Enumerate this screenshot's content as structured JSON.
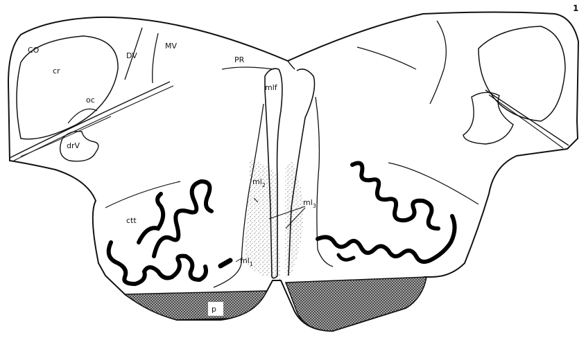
{
  "figure": {
    "number": "1",
    "labels": {
      "co": "CO",
      "cr": "cr",
      "dv": "DV",
      "mv": "MV",
      "pr": "PR",
      "mlf": "mlf",
      "oc": "oc",
      "dr_v": "drV",
      "ctt": "ctt",
      "ml_base": "ml",
      "ml1_sub": "1",
      "ml2_sub": "2",
      "ml3_sub": "3",
      "p": "p"
    }
  }
}
